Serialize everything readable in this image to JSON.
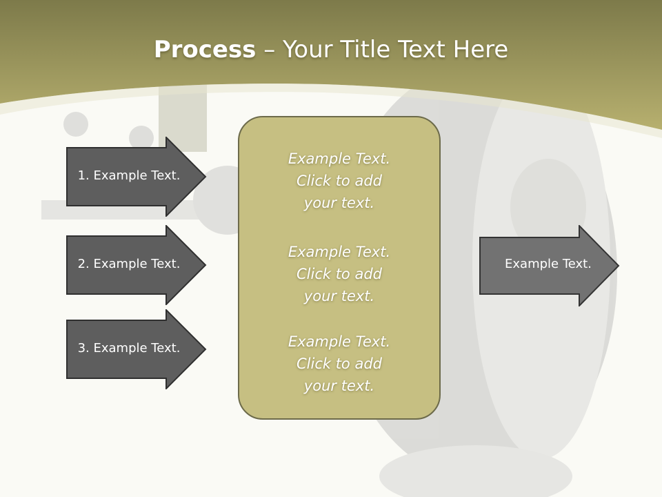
{
  "title": {
    "bold": "Process",
    "rest": " – Your Title Text Here"
  },
  "steps": [
    {
      "label": "1. Example Text."
    },
    {
      "label": "2. Example Text."
    },
    {
      "label": "3. Example Text."
    }
  ],
  "center": {
    "paragraphs": [
      {
        "lines": [
          "Example Text.",
          "Click  to add",
          "your text."
        ]
      },
      {
        "lines": [
          "Example Text.",
          "Click  to add",
          "your text."
        ]
      },
      {
        "lines": [
          "Example Text.",
          "Click  to add",
          "your text."
        ]
      }
    ]
  },
  "output": {
    "label": "Example Text."
  },
  "colors": {
    "header": "#a9a062",
    "box_fill": "#c6bf82",
    "arrow_fill": "#5e5e5e",
    "output_arrow_fill": "#727272"
  }
}
